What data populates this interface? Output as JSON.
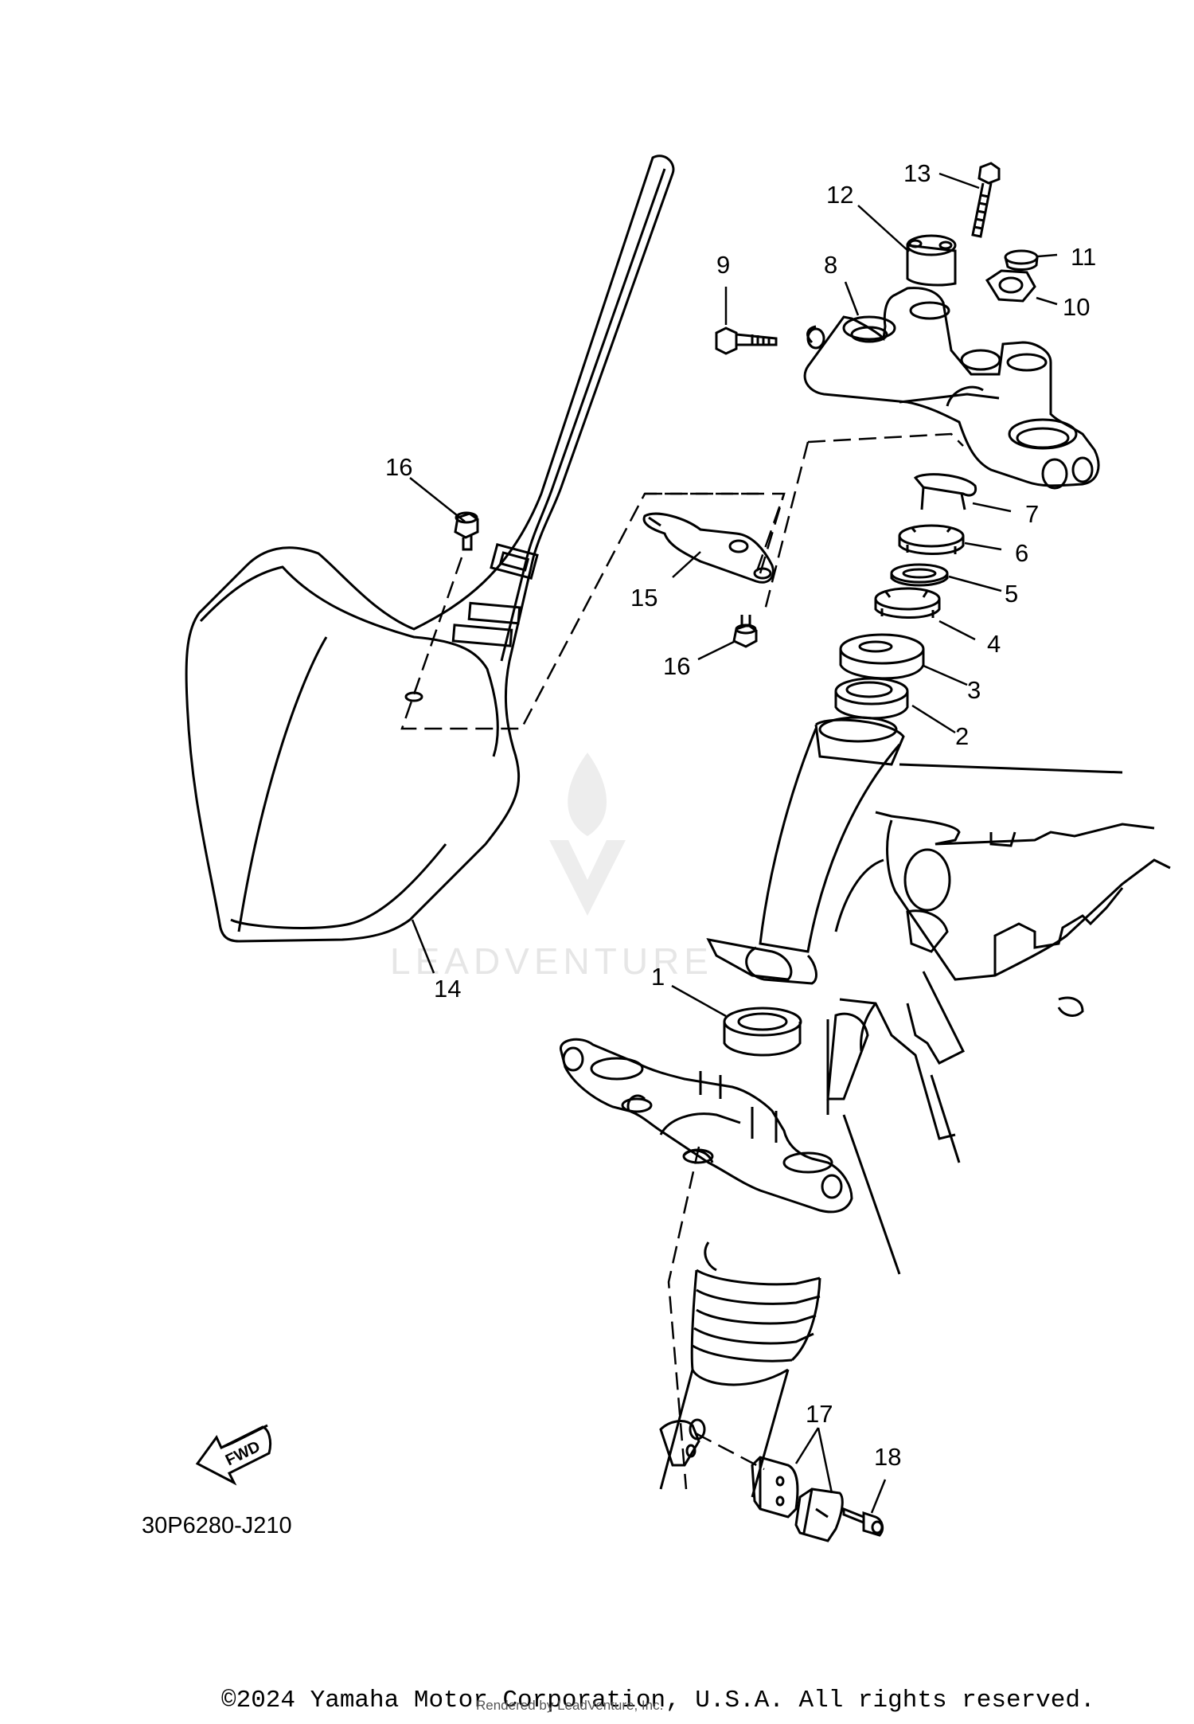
{
  "diagram": {
    "drawing_code": "30P6280-J210",
    "watermark": "LEADVENTURE",
    "fwd_label": "FWD",
    "callouts": [
      "1",
      "2",
      "3",
      "4",
      "5",
      "6",
      "7",
      "8",
      "9",
      "10",
      "11",
      "12",
      "13",
      "14",
      "15",
      "16",
      "16",
      "17",
      "18"
    ]
  },
  "footer": {
    "copyright": "©2024 Yamaha Motor Corporation, U.S.A. All rights reserved.",
    "rendered_by": "Rendered by LeadVenture, Inc."
  }
}
